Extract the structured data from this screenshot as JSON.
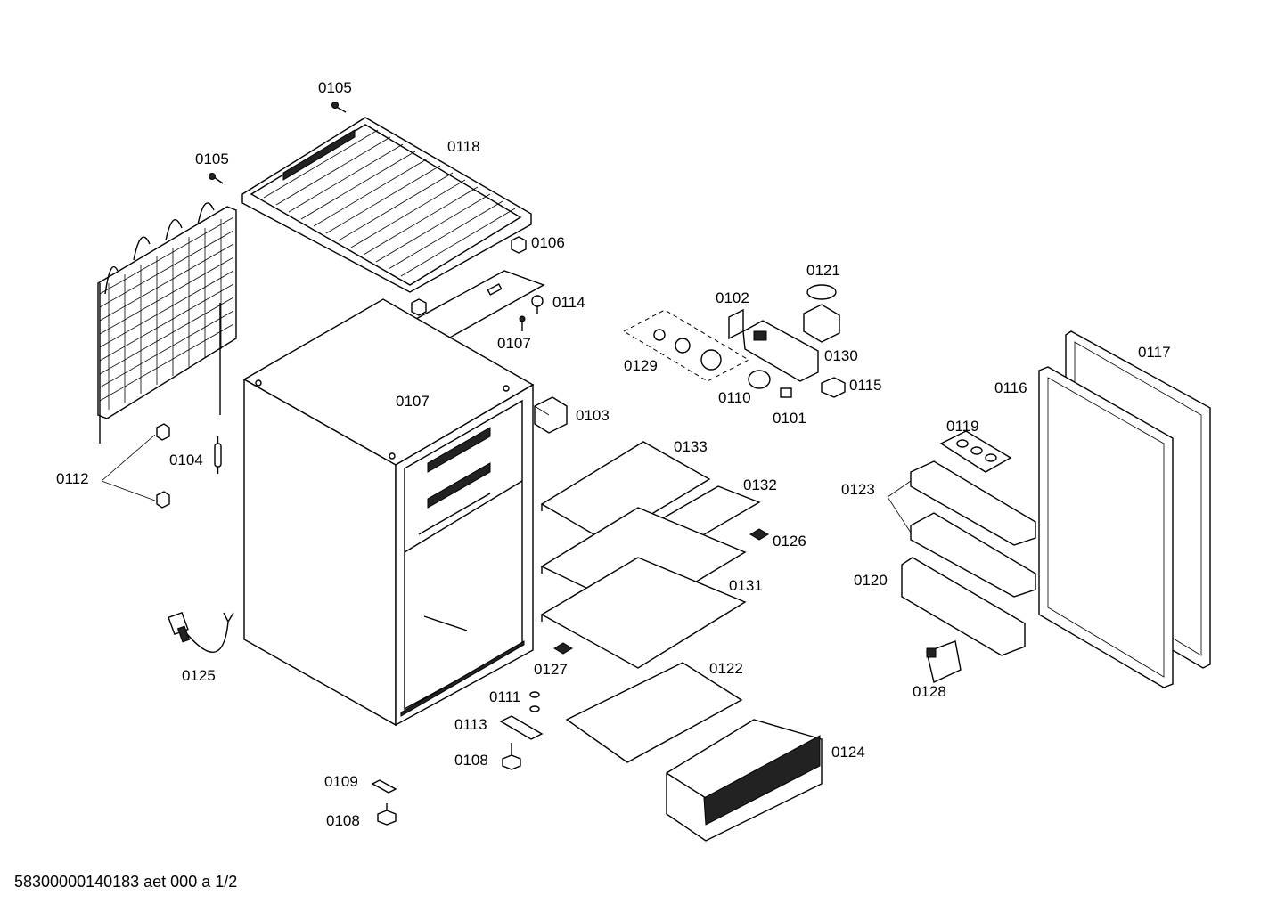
{
  "diagram": {
    "labels": {
      "l0101": "0101",
      "l0102": "0102",
      "l0103": "0103",
      "l0104": "0104",
      "l0105a": "0105",
      "l0105b": "0105",
      "l0106": "0106",
      "l0107a": "0107",
      "l0107b": "0107",
      "l0108a": "0108",
      "l0108b": "0108",
      "l0109": "0109",
      "l0110": "0110",
      "l0111": "0111",
      "l0112": "0112",
      "l0113": "0113",
      "l0114": "0114",
      "l0115": "0115",
      "l0116": "0116",
      "l0117": "0117",
      "l0118": "0118",
      "l0119": "0119",
      "l0120": "0120",
      "l0121": "0121",
      "l0122": "0122",
      "l0123": "0123",
      "l0124": "0124",
      "l0125": "0125",
      "l0126": "0126",
      "l0127": "0127",
      "l0128": "0128",
      "l0129": "0129",
      "l0130": "0130",
      "l0131": "0131",
      "l0132": "0132",
      "l0133": "0133"
    },
    "footer": "58300000140183 aet 000 a 1/2"
  }
}
